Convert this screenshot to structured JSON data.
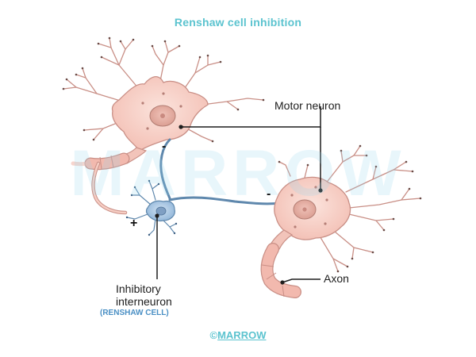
{
  "title": "Renshaw cell inhibition",
  "watermark": "MARROW",
  "labels": {
    "motor_neuron": "Motor neuron",
    "axon": "Axon",
    "inhibitory_interneuron_line1": "Inhibitory",
    "inhibitory_interneuron_line2": "interneuron",
    "renshaw_cell": "(RENSHAW CELL)"
  },
  "signs": {
    "minus_upper": "-",
    "minus_lower": "-",
    "plus": "+"
  },
  "copyright": {
    "symbol": "©",
    "brand": "MARROW"
  },
  "colors": {
    "title": "#5bc3cf",
    "neuron_fill": "#f7cfc6",
    "neuron_stroke": "#c98f86",
    "interneuron_fill": "#a9c9e6",
    "interneuron_stroke": "#5f88ad",
    "axon_fill": "#f2b9ae",
    "sublabel": "#4a8fc4"
  }
}
